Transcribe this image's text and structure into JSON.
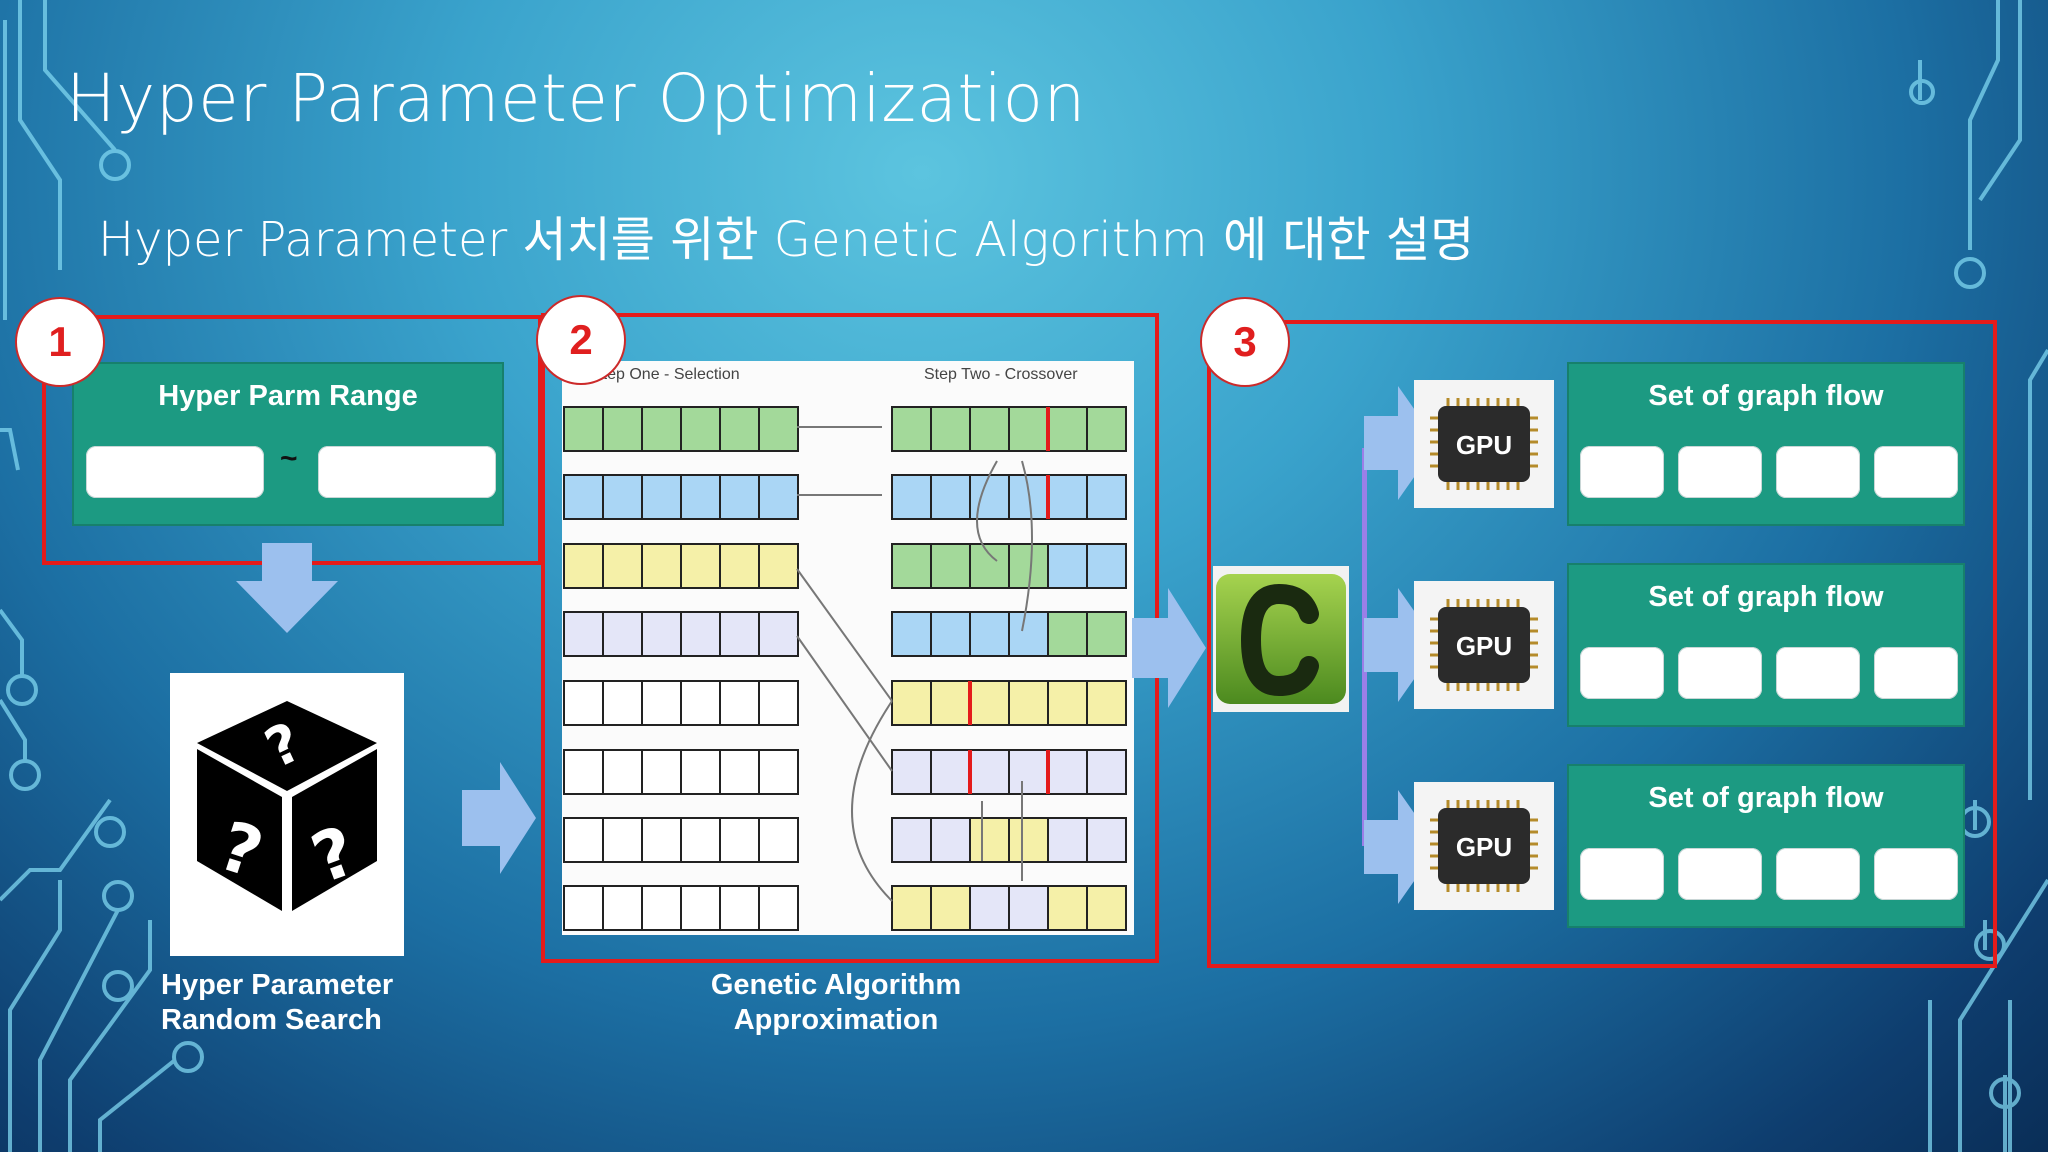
{
  "title": "Hyper Parameter Optimization",
  "subtitle": "Hyper Parameter 서치를 위한 Genetic Algorithm 에 대한 설명",
  "steps": [
    "1",
    "2",
    "3"
  ],
  "range_panel": {
    "title": "Hyper Parm Range",
    "separator": "~"
  },
  "random_search": {
    "icon": "dice-question-icon",
    "caption_line1": "Hyper Parameter",
    "caption_line2": "Random Search"
  },
  "ga": {
    "step_one_label": "Step One - Selection",
    "step_two_label": "Step Two - Crossover",
    "caption_line1": "Genetic Algorithm",
    "caption_line2": "Approximation"
  },
  "gpu_label": "GPU",
  "graph_flows": [
    {
      "title": "Set of graph flow"
    },
    {
      "title": "Set of graph flow"
    },
    {
      "title": "Set of graph flow"
    }
  ],
  "colors": {
    "red": "#e41b1b",
    "teal": "#1c9a82",
    "arrow": "#9cc0ee"
  }
}
